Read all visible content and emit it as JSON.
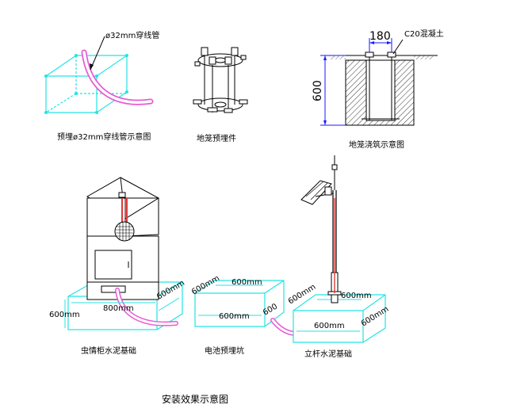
{
  "captions": {
    "conduit": "预埋ø32mm穿线管示意图",
    "cage": "地笼预埋件",
    "pour": "地笼浇筑示意图",
    "cabinet_base": "虫情柜水泥基础",
    "battery_pit": "电池预埋坑",
    "pole_base": "立杆水泥基础",
    "main_title": "安装效果示意图"
  },
  "labels": {
    "conduit_note": "ø32mm穿线管",
    "concrete_note": "C20混凝土",
    "width_180": "180",
    "depth_600": "600",
    "cab_front_800": "800mm",
    "cab_side_600": "600mm",
    "cab_height_600": "600mm",
    "pit_top_600": "600mm",
    "pit_left_600": "600mm",
    "pit_front_600": "600mm",
    "pit_side_600": "600",
    "pole_left_600": "600mm",
    "pole_top_600": "600mm",
    "pole_front_600": "600mm",
    "pole_side_600": "600mm"
  },
  "colors": {
    "foundation": "#25e3e3",
    "conduit": "#e85ad6",
    "pole_cable": "#e03a3a",
    "line": "#000000",
    "dimension": "#1a1aff"
  }
}
